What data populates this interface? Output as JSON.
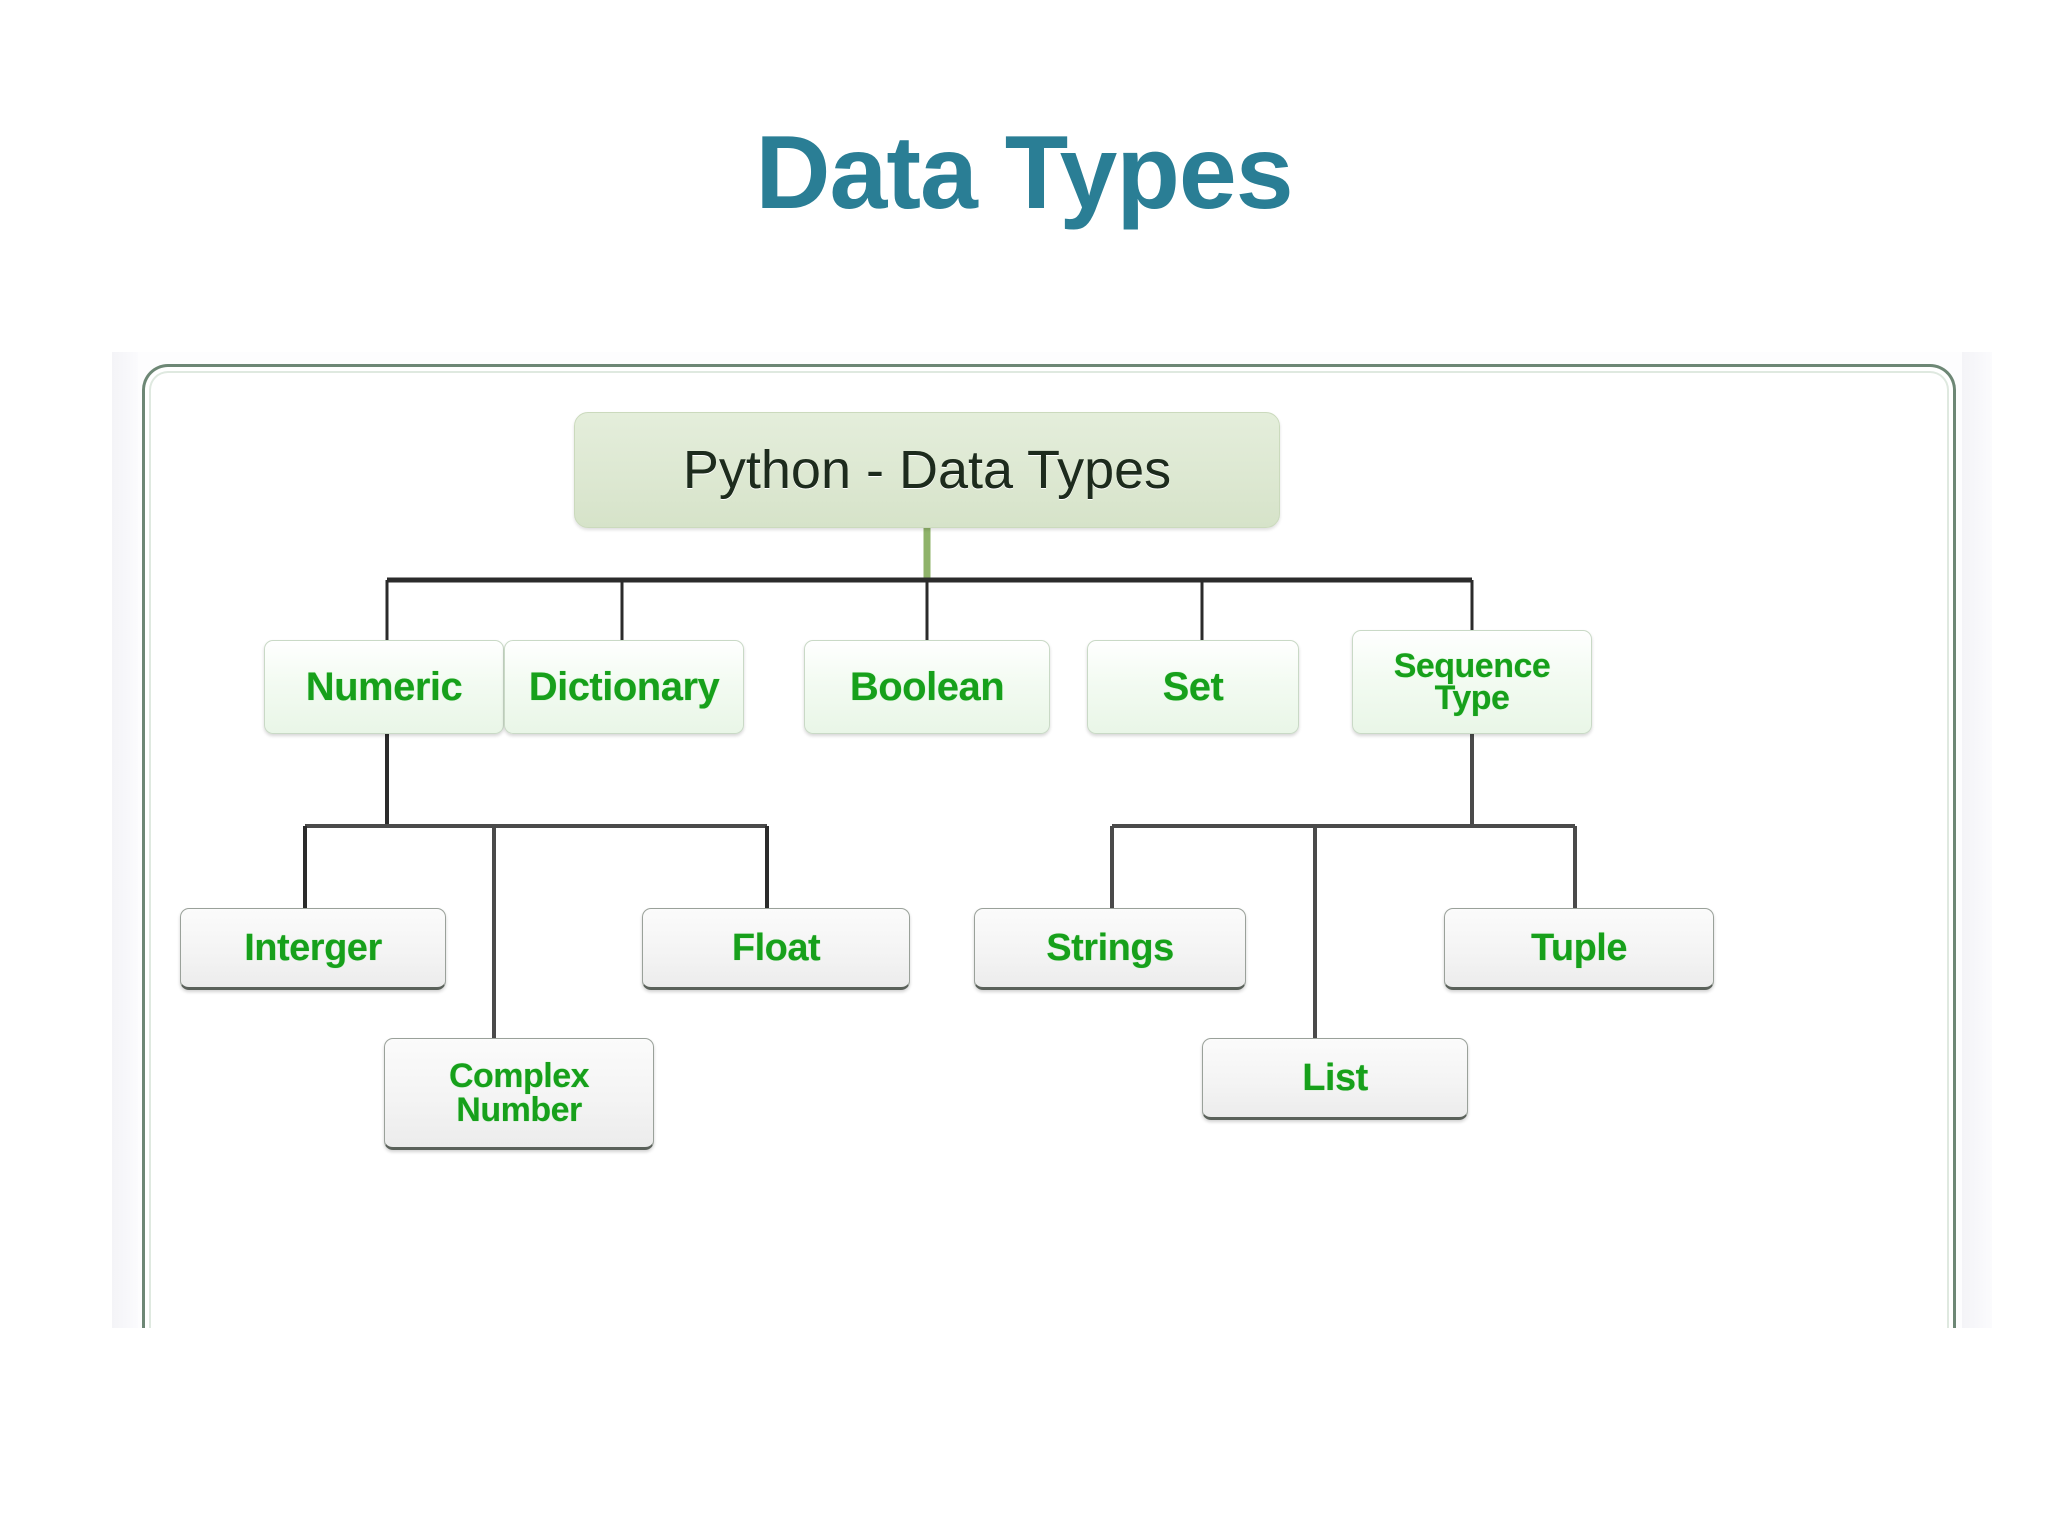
{
  "slide": {
    "title": "Data Types",
    "title_color": "#2a7e95"
  },
  "diagram": {
    "root": {
      "label": "Python - Data Types",
      "fill": "#dde8d2",
      "text_color": "#1d2b1d"
    },
    "node_text_color": "#17a01b",
    "level2": [
      {
        "label": "Numeric"
      },
      {
        "label": "Dictionary"
      },
      {
        "label": "Boolean"
      },
      {
        "label": "Set"
      },
      {
        "label_line1": "Sequence",
        "label_line2": "Type"
      }
    ],
    "level3": [
      {
        "label": "Interger",
        "parent": "Numeric"
      },
      {
        "label_line1": "Complex",
        "label_line2": "Number",
        "parent": "Numeric"
      },
      {
        "label": "Float",
        "parent": "Numeric"
      },
      {
        "label": "Strings",
        "parent": "Sequence Type"
      },
      {
        "label": "List",
        "parent": "Sequence Type"
      },
      {
        "label": "Tuple",
        "parent": "Sequence Type"
      }
    ]
  },
  "chart_data": {
    "type": "diagram",
    "title": "Python - Data Types",
    "nodes": [
      {
        "id": "root",
        "label": "Python - Data Types",
        "level": 0
      },
      {
        "id": "numeric",
        "label": "Numeric",
        "level": 1,
        "parent": "root"
      },
      {
        "id": "dictionary",
        "label": "Dictionary",
        "level": 1,
        "parent": "root"
      },
      {
        "id": "boolean",
        "label": "Boolean",
        "level": 1,
        "parent": "root"
      },
      {
        "id": "set",
        "label": "Set",
        "level": 1,
        "parent": "root"
      },
      {
        "id": "sequence",
        "label": "Sequence Type",
        "level": 1,
        "parent": "root"
      },
      {
        "id": "interger",
        "label": "Interger",
        "level": 2,
        "parent": "numeric"
      },
      {
        "id": "complex",
        "label": "Complex Number",
        "level": 2,
        "parent": "numeric"
      },
      {
        "id": "float",
        "label": "Float",
        "level": 2,
        "parent": "numeric"
      },
      {
        "id": "strings",
        "label": "Strings",
        "level": 2,
        "parent": "sequence"
      },
      {
        "id": "list",
        "label": "List",
        "level": 2,
        "parent": "sequence"
      },
      {
        "id": "tuple",
        "label": "Tuple",
        "level": 2,
        "parent": "sequence"
      }
    ]
  }
}
